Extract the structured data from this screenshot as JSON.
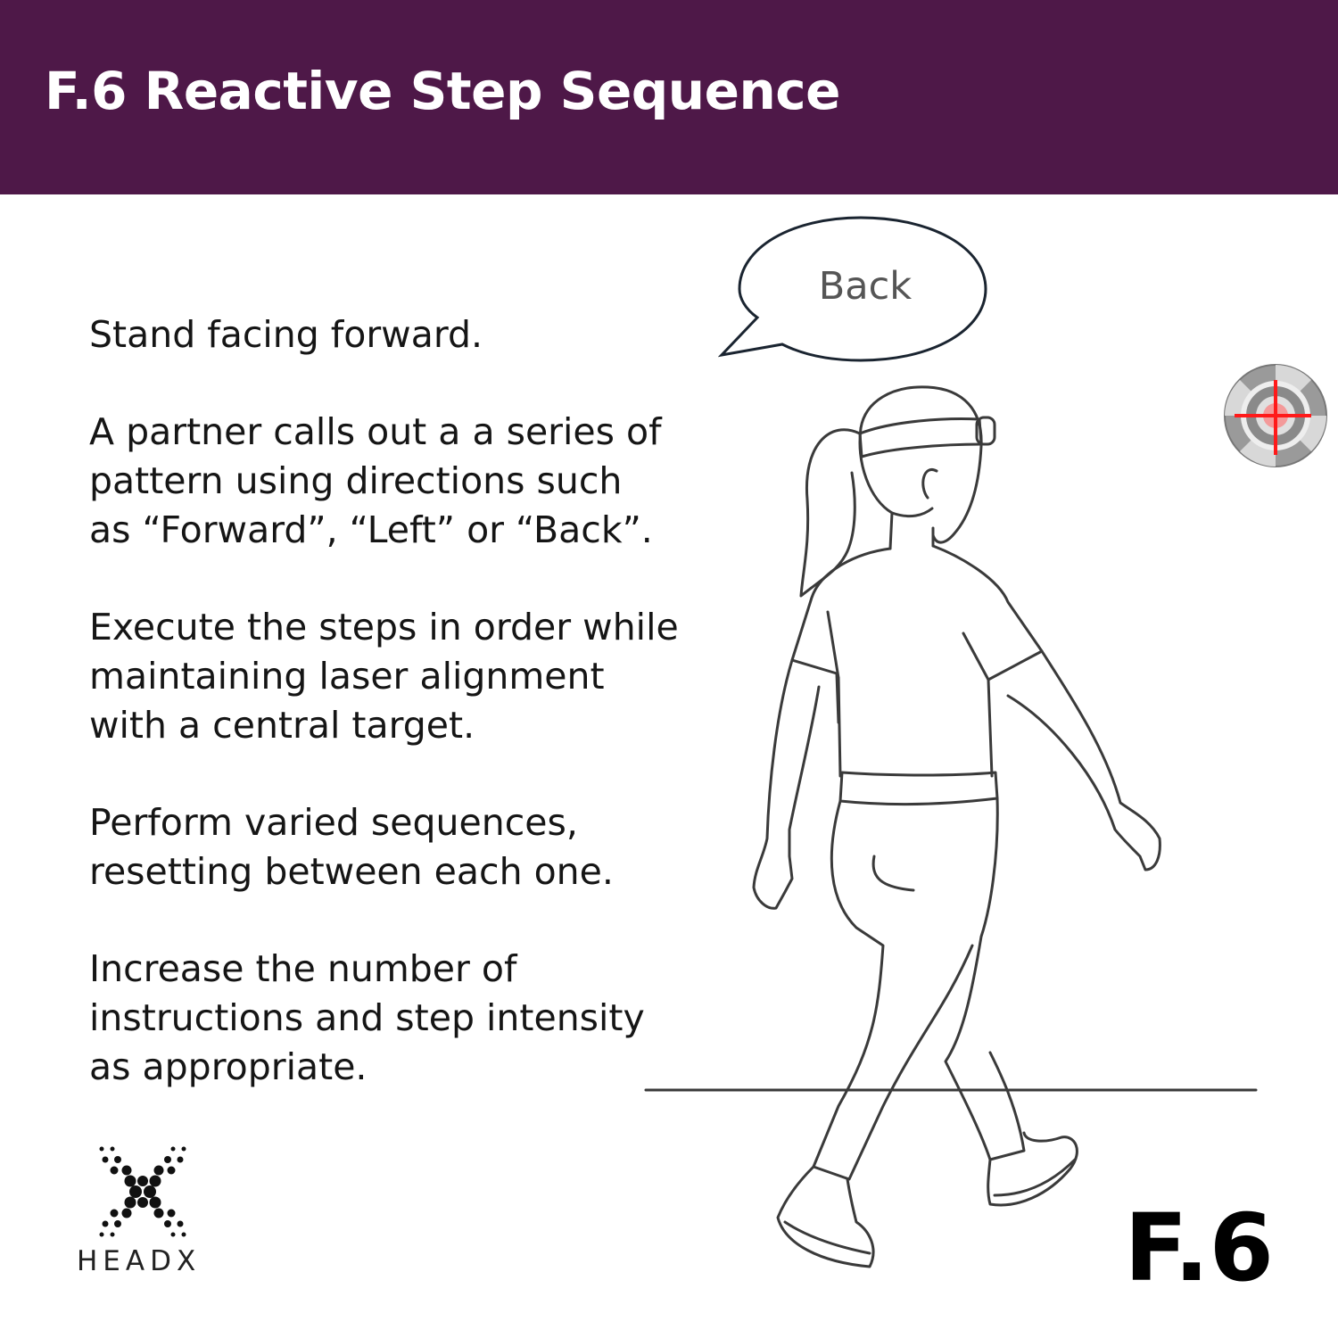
{
  "header": {
    "title": "F.6 Reactive Step Sequence",
    "background": "#4e1848"
  },
  "instructions": [
    "Stand facing forward.",
    "A partner calls out a a series of\npattern using directions such\nas “Forward”, “Left” or “Back”.",
    "Execute the steps in order while\nmaintaining laser alignment\nwith a central target.",
    "Perform varied sequences,\nresetting between each one.",
    "Increase the number of\ninstructions and step intensity\nas appropriate."
  ],
  "speech_bubble": {
    "text": "Back"
  },
  "icons": {
    "target": "laser-target-icon",
    "person": "walking-woman-illustration",
    "logo": "headx-dots-logo"
  },
  "brand": {
    "name": "HEADX"
  },
  "exercise_code": "F.6"
}
